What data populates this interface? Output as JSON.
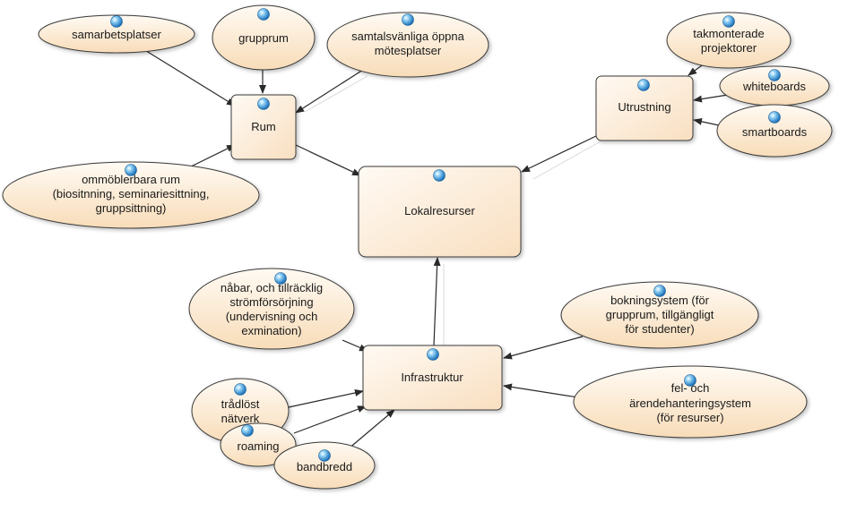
{
  "diagram": {
    "center": {
      "label": "Lokalresurser"
    },
    "rum": {
      "label": "Rum"
    },
    "utrustning": {
      "label": "Utrustning"
    },
    "infrastruktur": {
      "label": "Infrastruktur"
    },
    "samarbetsplatser": {
      "label": "samarbetsplatser"
    },
    "grupprum": {
      "label": "grupprum"
    },
    "motesplatser": {
      "lines": [
        "samtalsvänliga öppna",
        "mötesplatser"
      ]
    },
    "ommoblerbara": {
      "lines": [
        "ommöblerbara rum",
        "(biositnning, seminariesittning,",
        "gruppsittning)"
      ]
    },
    "projektorer": {
      "lines": [
        "takmonterade",
        "projektorer"
      ]
    },
    "whiteboards": {
      "label": "whiteboards"
    },
    "smartboards": {
      "label": "smartboards"
    },
    "stromforsorjning": {
      "lines": [
        "nåbar, och tillräcklig",
        "strömförsörjning",
        "(undervisning och",
        "exmination)"
      ]
    },
    "bokningssystem": {
      "lines": [
        "bokningsystem (för",
        "grupprum, tillgängligt",
        "för studenter)"
      ]
    },
    "felhantering": {
      "lines": [
        "fel- och",
        "ärendehanteringsystem",
        "(för resurser)"
      ]
    },
    "tradlost": {
      "lines": [
        "trådlöst",
        "nätverk"
      ]
    },
    "roaming": {
      "label": "roaming"
    },
    "bandbredd": {
      "label": "bandbredd"
    }
  }
}
